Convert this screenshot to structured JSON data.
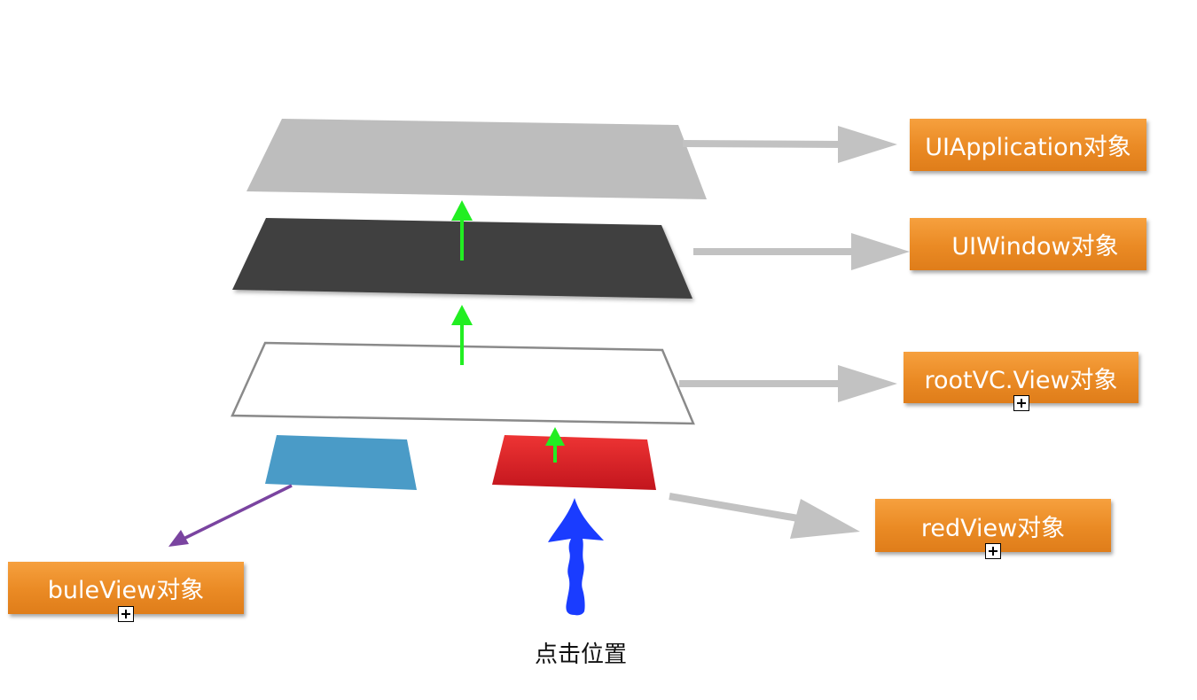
{
  "labels": {
    "uiapplication": "UIApplication对象",
    "uiwindow": "UIWindow对象",
    "rootvc_view": "rootVC.View对象",
    "redview": "redView对象",
    "buleview": "buleView对象"
  },
  "caption": "点击位置",
  "colors": {
    "application_layer": "#bdbdbd",
    "window_layer": "#3f3f3f",
    "rootview_layer_stroke": "#8a8a8a",
    "blue_view": "#4a9bc7",
    "red_view": "#d9262a",
    "label_box": "#ef8f2a",
    "up_arrow": "#22ee22",
    "pointer_arrow": "#9a9a9a",
    "purple_arrow": "#7a44a0",
    "touch_arrow": "#1a3cff"
  }
}
